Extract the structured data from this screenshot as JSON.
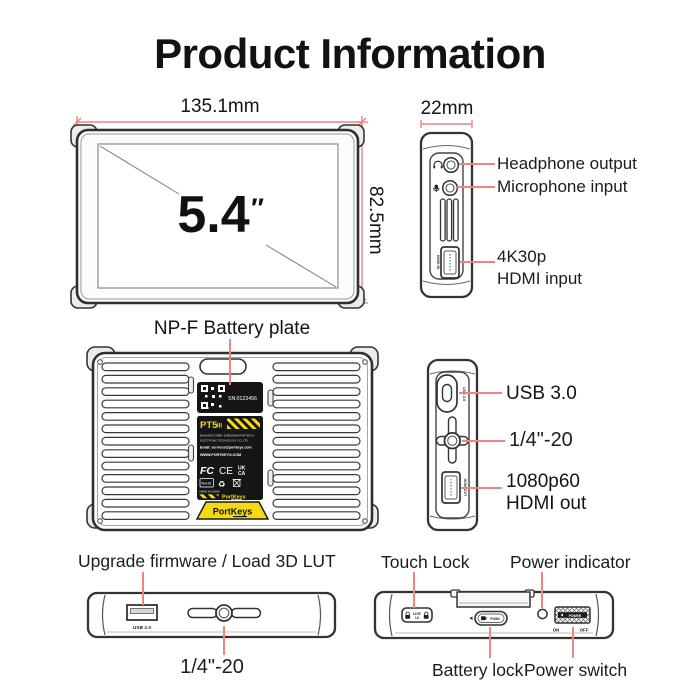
{
  "title": "Product Information",
  "colors": {
    "accent": "#ee8484",
    "outline": "#333333",
    "brand_yellow": "#f6d814",
    "label_black": "#151515",
    "text": "#1a1a1a"
  },
  "front": {
    "width": "135.1mm",
    "height": "82.5mm",
    "size": "5.4",
    "size_unit": "″"
  },
  "side_left": {
    "depth": "22mm",
    "headphone": "Headphone output",
    "mic": "Microphone input",
    "hdmi_line1": "4K30p",
    "hdmi_line2": "HDMI input",
    "hdmi_port": "HDMI IN"
  },
  "back": {
    "callout": "NP-F Battery plate",
    "serial": "SN:0123456",
    "model": "PT5",
    "model_suffix": "III",
    "mfr1": "MANUFACTURER: SHENZHEN PORTKEYS",
    "mfr2": "ELECTRONIC TECHNOLOGY CO.,LTD",
    "email": "Email: services@portkeys.com",
    "web": "WWW.PORTKEYS.COM",
    "fcc": "FC",
    "ce": "CE",
    "ukca1": "UK",
    "ukca2": "CA",
    "rohs": "RoHS",
    "recycle_icon": "♻",
    "made": "MADE IN CHINA",
    "brand_small": "PortKeys",
    "brand": "PortKeys"
  },
  "side_right": {
    "usb": "USB 3.0",
    "usb_port": "USB 3.0",
    "mount": "1/4\"-20",
    "hdmi_line1": "1080p60",
    "hdmi_line2": "HDMI  out",
    "hdmi_port": "HDMI OUT"
  },
  "bottom": {
    "usb_callout": "Upgrade firmware / Load 3D LUT",
    "usb_port": "USB 2.0",
    "mount": "1/4\"-20"
  },
  "top": {
    "touch_lock": "Touch Lock",
    "power_indicator": "Power indicator",
    "battery_lock": "Battery lock",
    "power_switch": "Power switch",
    "lock_line1": "LIVE",
    "lock_line2": "UI",
    "push": "PUSH",
    "power": "POWER",
    "on": "ON",
    "off": "OFF"
  }
}
